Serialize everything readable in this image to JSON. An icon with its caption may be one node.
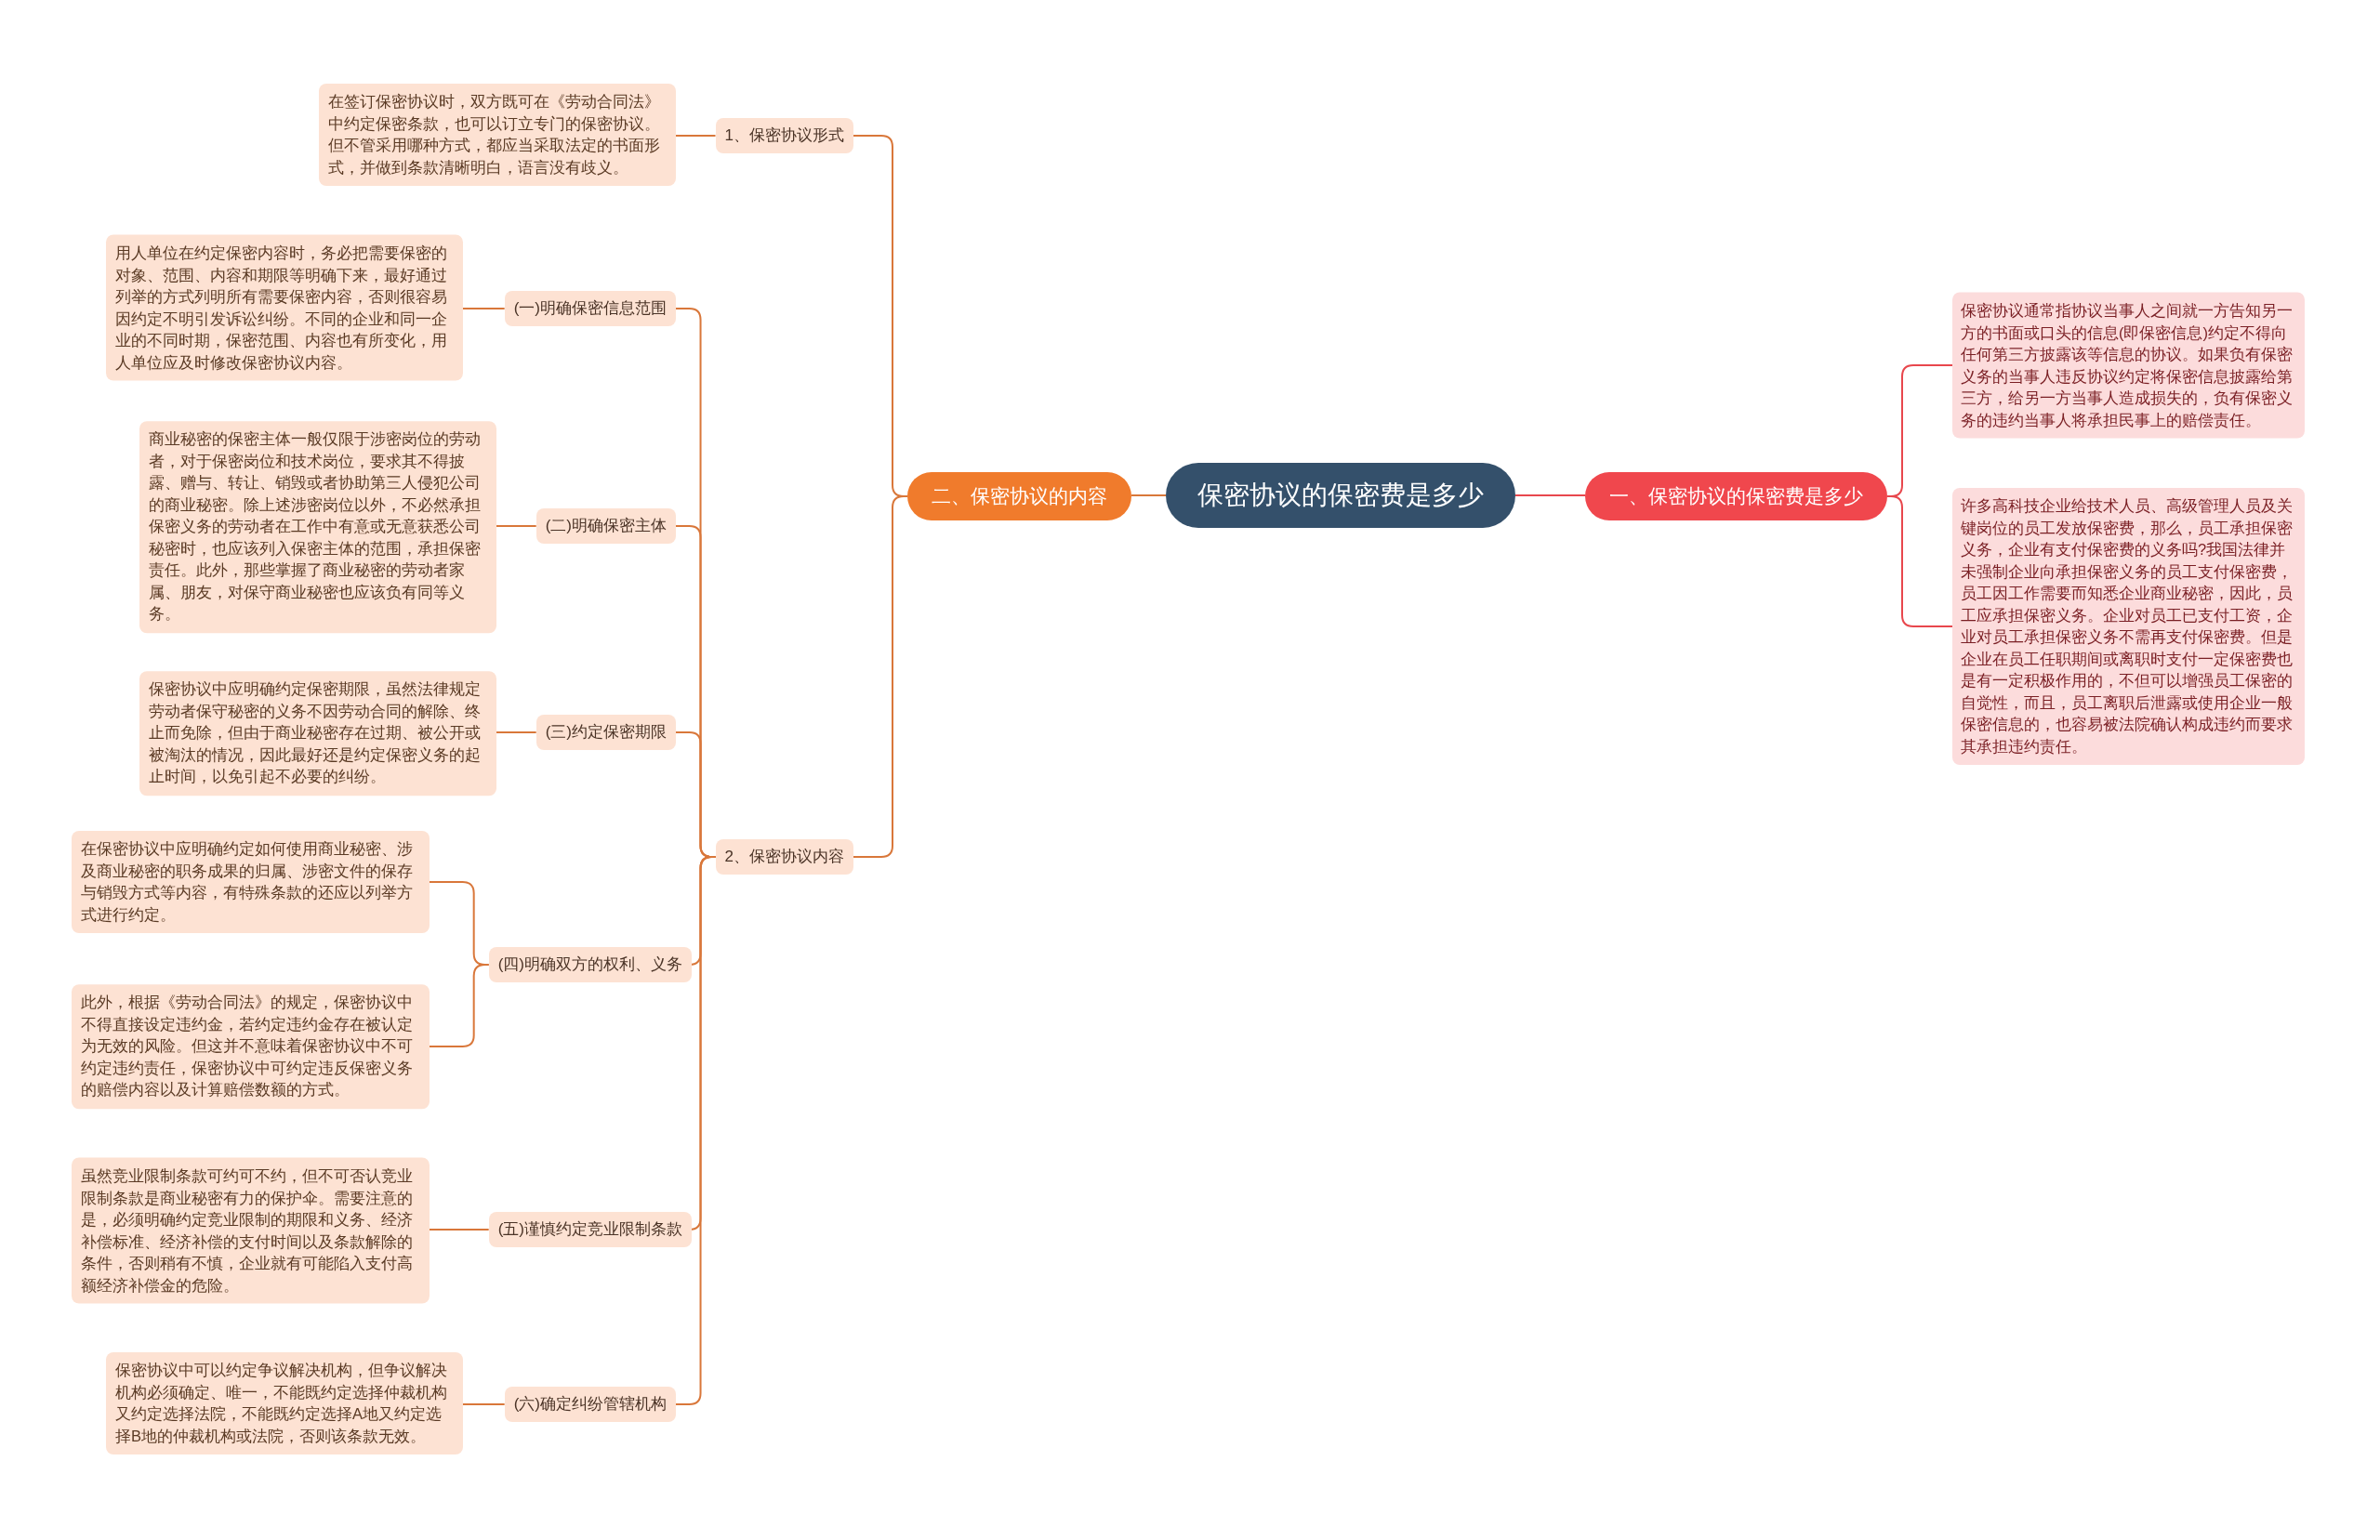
{
  "diagram": {
    "nodes": [
      {
        "text": [
          "保密协议的保密费是多少"
        ]
      },
      {
        "text": [
          "一、保密协议的保密费是多少"
        ]
      },
      {
        "text": [
          "保密协议通常指协议当事人之间就一方告知另一方的书面或口头的信息(即保密信息)约定不得向任何第三方披露该等信息的协议。如果负有保密义务的当事人违反协议约定将保密信息披露给第三方，给另一方当事人造成损失的，负有保密义务的违约当事人将承担民事上的赔偿责任。"
        ]
      },
      {
        "text": [
          "许多高科技企业给技术人员、高级管理人员及关键岗位的员工发放保密费，那么，员工承担保密义务，企业有支付保密费的义务吗?我国法律并未强制企业向承担保密义务的员工支付保密费，员工因工作需要而知悉企业商业秘密，因此，员工应承担保密义务。企业对员工已支付工资，企业对员工承担保密义务不需再支付保密费。但是企业在员工任职期间或离职时支付一定保密费也是有一定积极作用的，不但可以增强员工保密的自觉性，而且，员工离职后泄露或使用企业一般保密信息的，也容易被法院确认构成违约而要求其承担违约责任。"
        ]
      },
      {
        "text": [
          "二、保密协议的内容"
        ]
      },
      {
        "text": [
          "1、保密协议形式"
        ]
      },
      {
        "text": [
          "在签订保密协议时，双方既可在《劳动合同法》中约定保密条款，也可以订立专门的保密协议。但不管采用哪种方式，都应当采取法定的书面形式，并做到条款清晰明白，语言没有歧义。"
        ]
      },
      {
        "text": [
          "2、保密协议内容"
        ]
      },
      {
        "text": [
          "(一)明确保密信息范围"
        ]
      },
      {
        "text": [
          "用人单位在约定保密内容时，务必把需要保密的对象、范围、内容和期限等明确下来，最好通过列举的方式列明所有需要保密内容，否则很容易因约定不明引发诉讼纠纷。不同的企业和同一企业的不同时期，保密范围、内容也有所变化，用人单位应及时修改保密协议内容。"
        ]
      },
      {
        "text": [
          "(二)明确保密主体"
        ]
      },
      {
        "text": [
          "商业秘密的保密主体一般仅限于涉密岗位的劳动者，对于保密岗位和技术岗位，要求其不得披露、赠与、转让、销毁或者协助第三人侵犯公司的商业秘密。除上述涉密岗位以外，不必然承担保密义务的劳动者在工作中有意或无意获悉公司秘密时，也应该列入保密主体的范围，承担保密责任。此外，那些掌握了商业秘密的劳动者家属、朋友，对保守商业秘密也应该负有同等义务。"
        ]
      },
      {
        "text": [
          "(三)约定保密期限"
        ]
      },
      {
        "text": [
          "保密协议中应明确约定保密期限，虽然法律规定劳动者保守秘密的义务不因劳动合同的解除、终止而免除，但由于商业秘密存在过期、被公开或被淘汰的情况，因此最好还是约定保密义务的起止时间，以免引起不必要的纠纷。"
        ]
      },
      {
        "text": [
          "(四)明确双方的权利、义务"
        ]
      },
      {
        "text": [
          "在保密协议中应明确约定如何使用商业秘密、涉及商业秘密的职务成果的归属、涉密文件的保存与销毁方式等内容，有特殊条款的还应以列举方式进行约定。"
        ]
      },
      {
        "text": [
          "此外，根据《劳动合同法》的规定，保密协议中不得直接设定违约金，若约定违约金存在被认定为无效的风险。但这并不意味着保密协议中不可约定违约责任，保密协议中可约定违反保密义务的赔偿内容以及计算赔偿数额的方式。"
        ]
      },
      {
        "text": [
          "(五)谨慎约定竞业限制条款"
        ]
      },
      {
        "text": [
          "虽然竞业限制条款可约可不约，但不可否认竞业限制条款是商业秘密有力的保护伞。需要注意的是，必须明确约定竞业限制的期限和义务、经济补偿标准、经济补偿的支付时间以及条款解除的条件，否则稍有不慎，企业就有可能陷入支付高额经济补偿金的危险。"
        ]
      },
      {
        "text": [
          "(六)确定纠纷管辖机构"
        ]
      },
      {
        "text": [
          "保密协议中可以约定争议解决机构，但争议解决机构必须确定、唯一，不能既约定选择仲裁机构又约定选择法院，不能既约定选择A地又约定选择B地的仲裁机构或法院，否则该条款无效。"
        ]
      }
    ],
    "edges": [
      {
        "from": 0,
        "to": 1,
        "arrow": "none",
        "color": "#e8474d"
      },
      {
        "from": 0,
        "to": 4,
        "arrow": "none"
      },
      {
        "from": 1,
        "to": 2,
        "arrow": "none",
        "color": "#e8474d"
      },
      {
        "from": 1,
        "to": 3,
        "arrow": "none",
        "color": "#e8474d"
      },
      {
        "from": 4,
        "to": 5,
        "arrow": "none"
      },
      {
        "from": 4,
        "to": 7,
        "arrow": "none"
      },
      {
        "from": 5,
        "to": 6,
        "arrow": "none"
      },
      {
        "from": 7,
        "to": 8,
        "arrow": "none"
      },
      {
        "from": 7,
        "to": 10,
        "arrow": "none"
      },
      {
        "from": 7,
        "to": 12,
        "arrow": "none"
      },
      {
        "from": 7,
        "to": 14,
        "arrow": "none"
      },
      {
        "from": 7,
        "to": 17,
        "arrow": "none"
      },
      {
        "from": 7,
        "to": 19,
        "arrow": "none"
      },
      {
        "from": 8,
        "to": 9,
        "arrow": "none"
      },
      {
        "from": 10,
        "to": 11,
        "arrow": "none"
      },
      {
        "from": 12,
        "to": 13,
        "arrow": "none"
      },
      {
        "from": 14,
        "to": 15,
        "arrow": "none"
      },
      {
        "from": 14,
        "to": 16,
        "arrow": "none"
      },
      {
        "from": 17,
        "to": 18,
        "arrow": "none"
      },
      {
        "from": 19,
        "to": 20,
        "arrow": "none"
      }
    ]
  }
}
